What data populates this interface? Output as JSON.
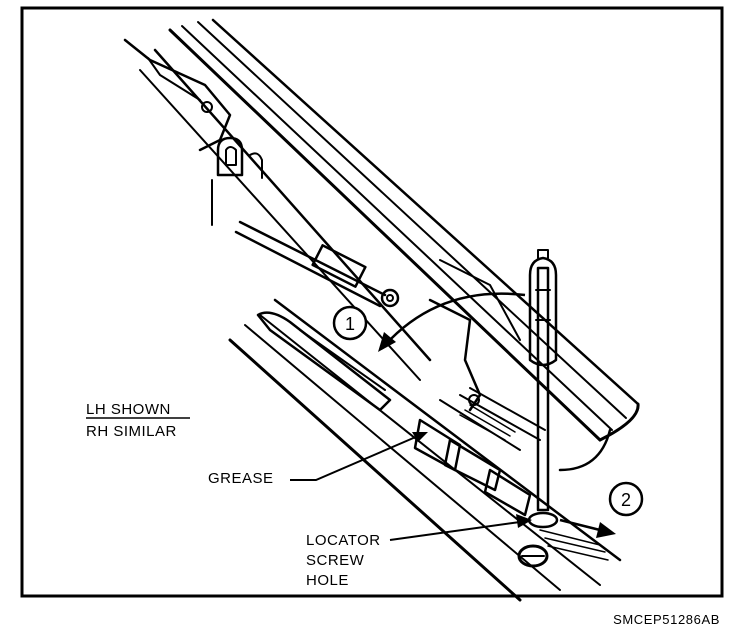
{
  "figure": {
    "frame_color": "#000000",
    "background": "#ffffff",
    "callouts": [
      "1",
      "2"
    ],
    "labels": {
      "lh_shown": "LH SHOWN",
      "rh_similar": "RH SIMILAR",
      "grease": "GREASE",
      "locator_line1": "LOCATOR",
      "locator_line2": "SCREW",
      "locator_line3": "HOLE"
    },
    "figure_code": "SMCEP51286AB"
  }
}
